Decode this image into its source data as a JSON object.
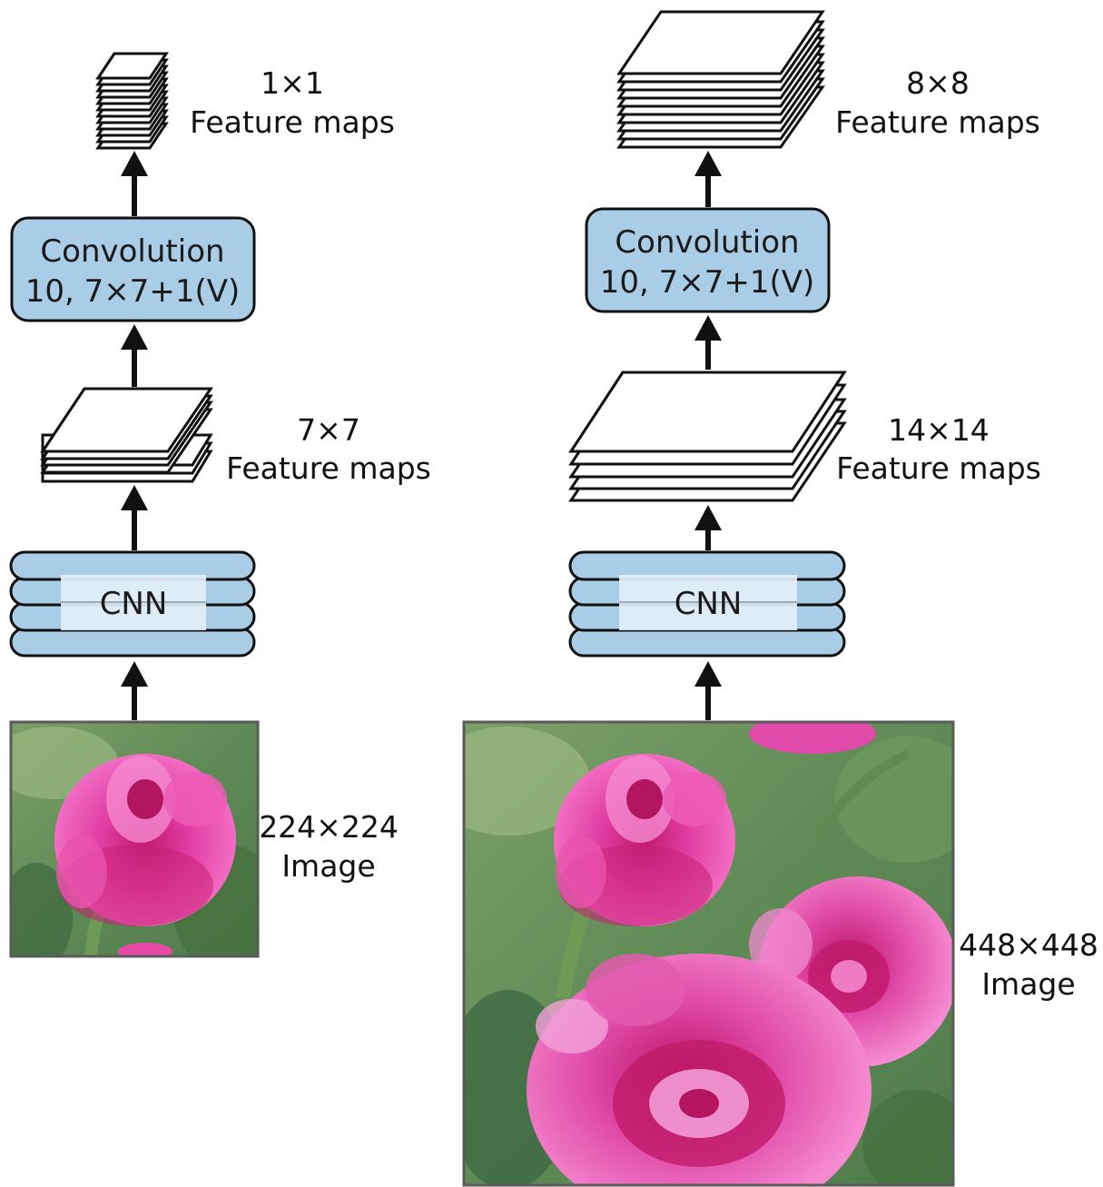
{
  "colors": {
    "block_fill": "#a9cde6",
    "block_stroke": "#111111",
    "cnn_inner_fill": "#e3eff8",
    "sheet_fill": "#ffffff",
    "arrow": "#111111"
  },
  "left": {
    "image_label": {
      "size": "224×224",
      "kind": "Image"
    },
    "cnn_label": "CNN",
    "mid_maps_label": {
      "size": "7×7",
      "kind": "Feature maps"
    },
    "conv": {
      "line1": "Convolution",
      "line2": "10, 7×7+1(V)"
    },
    "top_maps_label": {
      "size": "1×1",
      "kind": "Feature maps"
    }
  },
  "right": {
    "image_label": {
      "size": "448×448",
      "kind": "Image"
    },
    "cnn_label": "CNN",
    "mid_maps_label": {
      "size": "14×14",
      "kind": "Feature maps"
    },
    "conv": {
      "line1": "Convolution",
      "line2": "10, 7×7+1(V)"
    },
    "top_maps_label": {
      "size": "8×8",
      "kind": "Feature maps"
    }
  },
  "icons": {
    "photo": "rose-photo-icon",
    "arrow": "arrow-up-icon",
    "stack": "feature-map-stack-icon"
  }
}
